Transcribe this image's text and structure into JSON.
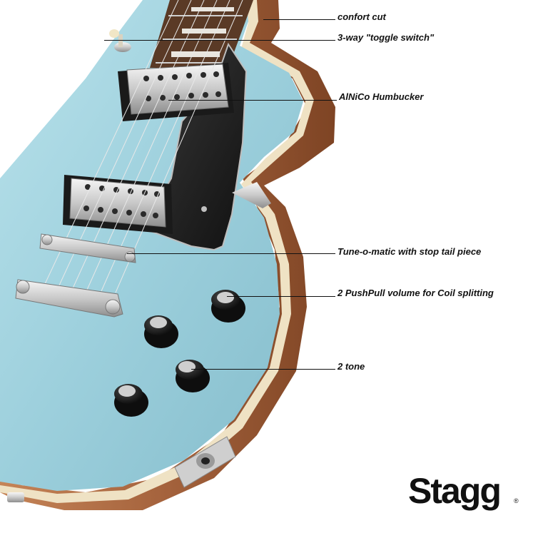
{
  "colors": {
    "body_blue": "#a6d5e0",
    "binding": "#efe2c4",
    "mahogany": "#a4623c",
    "pickguard": "#1c1c1c",
    "chrome": "#d8d8d8",
    "text": "#111111"
  },
  "labels": {
    "confort_cut": "confort cut",
    "toggle_switch": "3-way \"toggle switch\"",
    "humbucker": "AlNiCo Humbucker",
    "tune_o_matic": "Tune-o-matic with stop tail piece",
    "pushpull": "2 PushPull volume for Coil splitting",
    "tone": "2 tone"
  },
  "brand": {
    "name": "Stagg",
    "registered": "®"
  }
}
